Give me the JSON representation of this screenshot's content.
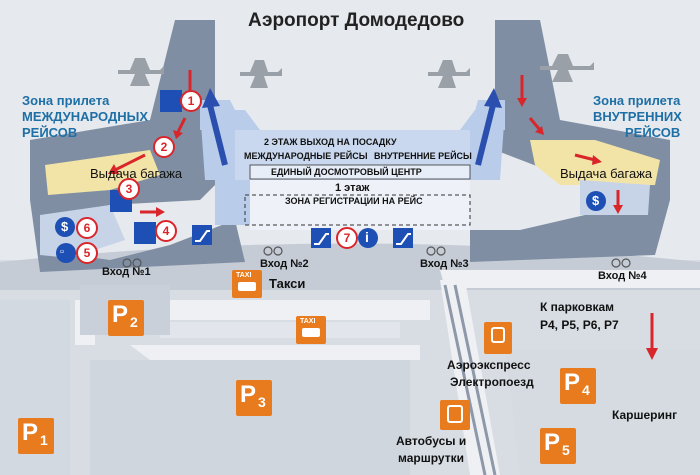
{
  "title": "Аэропорт Домодедово",
  "zones": {
    "intl_line1": "Зона прилета",
    "intl_line2": "МЕЖДУНАРОДНЫХ",
    "intl_line3": "РЕЙСОВ",
    "dom_line1": "Зона прилета",
    "dom_line2": "ВНУТРЕННИХ",
    "dom_line3": "РЕЙСОВ"
  },
  "baggage_left": "Выдача багажа",
  "baggage_right": "Выдача багажа",
  "terminal": {
    "floor2": "2 ЭТАЖ  ВЫХОД НА ПОСАДКУ",
    "intl_flights": "МЕЖДУНАРОДНЫЕ РЕЙСЫ",
    "dom_flights": "ВНУТРЕННИЕ РЕЙСЫ",
    "security": "ЕДИНЫЙ ДОСМОТРОВЫЙ ЦЕНТР",
    "floor1": "1 этаж",
    "checkin": "ЗОНА РЕГИСТРАЦИИ НА РЕЙС"
  },
  "entrances": [
    "Вход №1",
    "Вход №2",
    "Вход №3",
    "Вход №4"
  ],
  "taxi": {
    "label": "Такси",
    "sign": "TAXI"
  },
  "parking_note": {
    "line1": "К парковкам",
    "line2": "P4, P5, P6, P7"
  },
  "aeroexpress": {
    "line1": "Аэроэкспресс",
    "line2": "Электропоезд"
  },
  "buses": {
    "line1": "Автобусы и",
    "line2": "маршрутки"
  },
  "carsharing": "Каршеринг",
  "parkings": [
    {
      "letter": "P",
      "num": "1"
    },
    {
      "letter": "P",
      "num": "2"
    },
    {
      "letter": "P",
      "num": "3"
    },
    {
      "letter": "P",
      "num": "4"
    },
    {
      "letter": "P",
      "num": "5"
    }
  ],
  "markers": [
    "1",
    "2",
    "3",
    "4",
    "5",
    "6",
    "7"
  ],
  "colors": {
    "orange": "#e87b1e",
    "blue_sign": "#1e4fb4",
    "zone_text": "#1d6fa5",
    "arrow_red": "#d9262b",
    "arrow_blue": "#2a4fae",
    "baggage_floor": "#f2e3a6",
    "terminal_blue": "#b9cdea"
  }
}
